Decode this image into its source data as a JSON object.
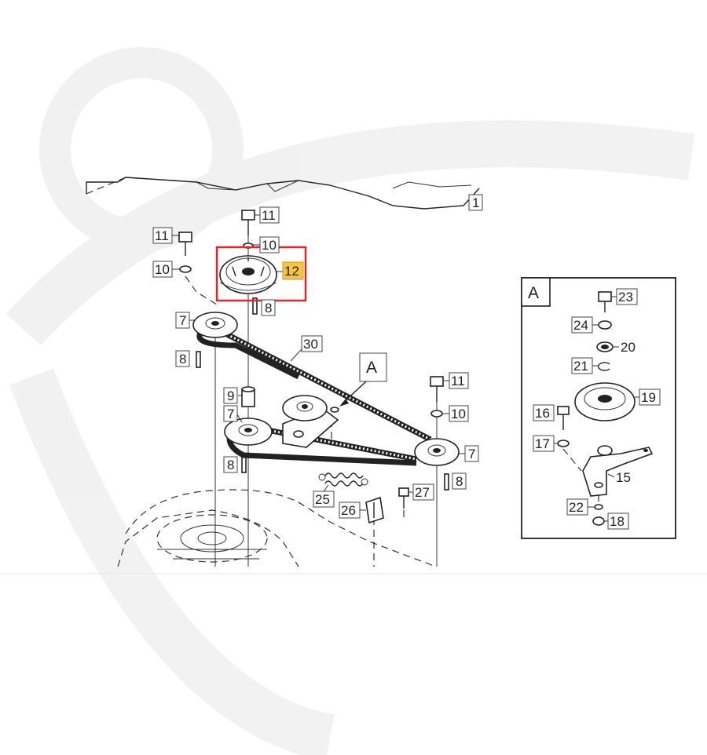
{
  "diagram": {
    "callouts": {
      "c1": "1",
      "c11a": "11",
      "c11b": "11",
      "c11c": "11",
      "c10a": "10",
      "c10b": "10",
      "c10c": "10",
      "c12": "12",
      "c8a": "8",
      "c8b": "8",
      "c8c": "8",
      "c8d": "8",
      "c7a": "7",
      "c7b": "7",
      "c7c": "7",
      "c30": "30",
      "c9": "9",
      "cA": "A",
      "c25": "25",
      "c26": "26",
      "c27": "27"
    },
    "detail": {
      "title": "A",
      "c23": "23",
      "c24": "24",
      "c20": "20",
      "c21": "21",
      "c19": "19",
      "c16": "16",
      "c17": "17",
      "c15": "15",
      "c22": "22",
      "c18": "18"
    },
    "colors": {
      "highlight_box": "#e0242a",
      "highlight_label": "#f5c542"
    }
  }
}
